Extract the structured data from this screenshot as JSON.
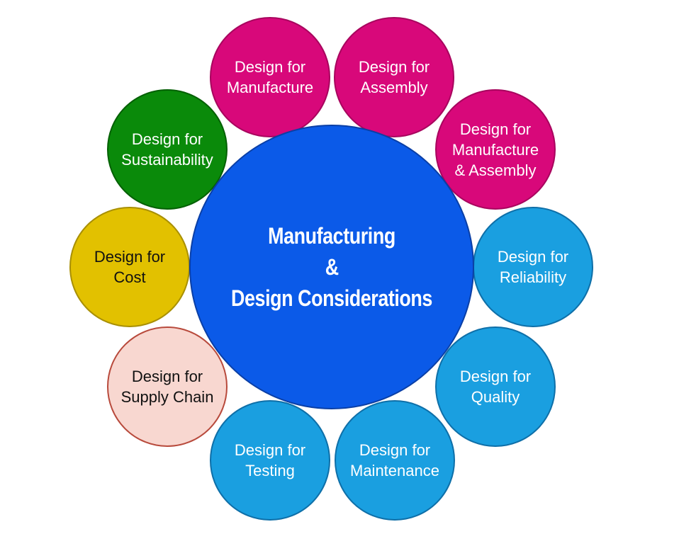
{
  "center": {
    "line1": "Manufacturing",
    "line2": "&",
    "line3": "Design Considerations"
  },
  "nodes": {
    "manufacture": {
      "line1": "Design for",
      "line2": "Manufacture",
      "line3": ""
    },
    "assembly": {
      "line1": "Design for",
      "line2": "Assembly",
      "line3": ""
    },
    "manuf_assembly": {
      "line1": "Design for",
      "line2": "Manufacture",
      "line3": "& Assembly"
    },
    "reliability": {
      "line1": "Design for",
      "line2": "Reliability",
      "line3": ""
    },
    "quality": {
      "line1": "Design for",
      "line2": "Quality",
      "line3": ""
    },
    "maintenance": {
      "line1": "Design for",
      "line2": "Maintenance",
      "line3": ""
    },
    "testing": {
      "line1": "Design for",
      "line2": "Testing",
      "line3": ""
    },
    "supply_chain": {
      "line1": "Design for",
      "line2": "Supply Chain",
      "line3": ""
    },
    "cost": {
      "line1": "Design for",
      "line2": "Cost",
      "line3": ""
    },
    "sustainability": {
      "line1": "Design for",
      "line2": "Sustainability",
      "line3": ""
    }
  },
  "colors": {
    "center": "#0b5ae8",
    "magenta": "#d8087a",
    "blue": "#1a9fe0",
    "green": "#0a8a0a",
    "yellow": "#e2c100",
    "pink": "#f8d7d0"
  }
}
